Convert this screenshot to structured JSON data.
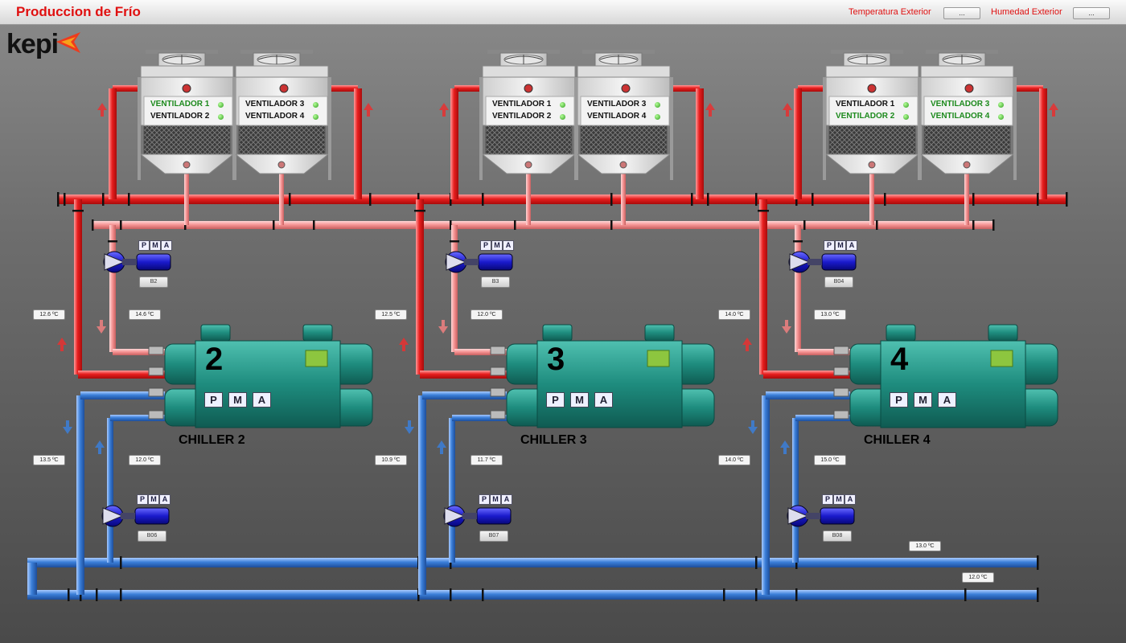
{
  "header": {
    "title": "Produccion de Frío",
    "temp_label": "Temperatura Exterior",
    "temp_value": "...",
    "hum_label": "Humedad Exterior",
    "hum_value": "..."
  },
  "logo": {
    "text": "kepi"
  },
  "colors": {
    "hot": "#e61b1b",
    "warm": "#f49090",
    "cold": "#3b7fd9",
    "chiller": "#1e8c7e",
    "accent": "#e01010"
  },
  "towers": [
    {
      "vents": [
        {
          "label": "VENTILADOR 1",
          "on": true
        },
        {
          "label": "VENTILADOR 2",
          "on": false
        },
        {
          "label": "VENTILADOR 3",
          "on": false
        },
        {
          "label": "VENTILADOR 4",
          "on": false
        }
      ]
    },
    {
      "vents": [
        {
          "label": "VENTILADOR 1",
          "on": false
        },
        {
          "label": "VENTILADOR 2",
          "on": false
        },
        {
          "label": "VENTILADOR 3",
          "on": false
        },
        {
          "label": "VENTILADOR 4",
          "on": false
        }
      ]
    },
    {
      "vents": [
        {
          "label": "VENTILADOR 1",
          "on": false
        },
        {
          "label": "VENTILADOR 2",
          "on": true
        },
        {
          "label": "VENTILADOR 3",
          "on": true
        },
        {
          "label": "VENTILADOR 4",
          "on": true
        }
      ]
    }
  ],
  "pmas": [
    "P",
    "M",
    "A"
  ],
  "pumps": {
    "condenser": [
      "B2",
      "B3",
      "B04"
    ],
    "evaporator": [
      "B06",
      "B07",
      "B08"
    ]
  },
  "chillers": [
    {
      "number": "2",
      "label": "CHILLER 2",
      "cond_in": "12.6 ºC",
      "cond_out": "14.6 ºC",
      "evap_in": "13.5 ºC",
      "evap_out": "12.0 ºC"
    },
    {
      "number": "3",
      "label": "CHILLER 3",
      "cond_in": "12.5 ºC",
      "cond_out": "12.0 ºC",
      "evap_in": "10.9 ºC",
      "evap_out": "11.7 ºC"
    },
    {
      "number": "4",
      "label": "CHILLER 4",
      "cond_in": "14.0 ºC",
      "cond_out": "13.0 ºC",
      "evap_in": "14.0 ºC",
      "evap_out": "15.0 ºC"
    }
  ],
  "collectors": {
    "upper": "13.0 ºC",
    "lower": "12.0 ºC"
  }
}
